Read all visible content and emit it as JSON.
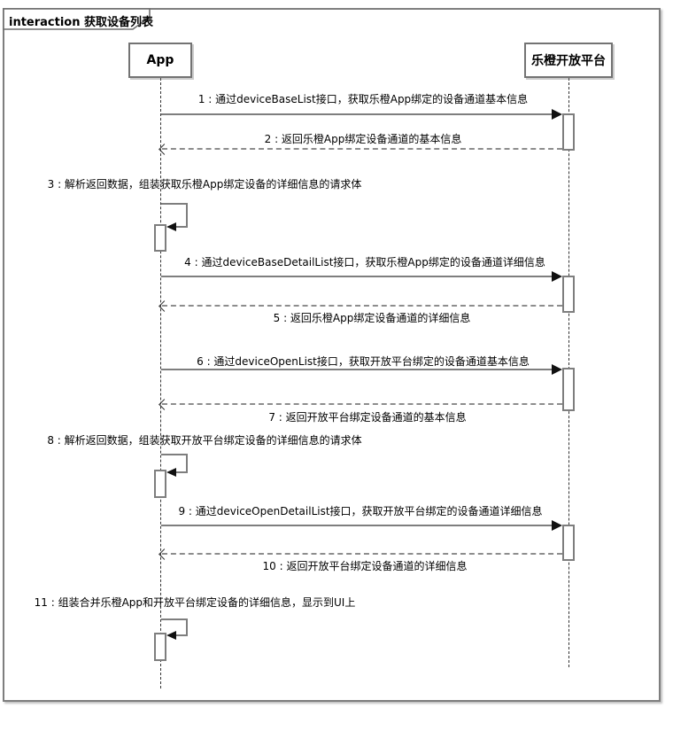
{
  "diagram": {
    "type": "uml-sequence",
    "frame": {
      "keyword": "interaction",
      "title": "获取设备列表"
    },
    "lifelines": [
      {
        "name": "App"
      },
      {
        "name": "乐橙开放平台"
      }
    ],
    "messages": [
      {
        "num": 1,
        "kind": "sync",
        "from": "App",
        "to": "乐橙开放平台",
        "text": "1 : 通过deviceBaseList接口，获取乐橙App绑定的设备通道基本信息"
      },
      {
        "num": 2,
        "kind": "reply",
        "from": "乐橙开放平台",
        "to": "App",
        "text": "2 : 返回乐橙App绑定设备通道的基本信息"
      },
      {
        "num": 3,
        "kind": "self",
        "from": "App",
        "to": "App",
        "text": "3 : 解析返回数据，组装获取乐橙App绑定设备的详细信息的请求体"
      },
      {
        "num": 4,
        "kind": "sync",
        "from": "App",
        "to": "乐橙开放平台",
        "text": "4 : 通过deviceBaseDetailList接口，获取乐橙App绑定的设备通道详细信息"
      },
      {
        "num": 5,
        "kind": "reply",
        "from": "乐橙开放平台",
        "to": "App",
        "text": "5 : 返回乐橙App绑定设备通道的详细信息"
      },
      {
        "num": 6,
        "kind": "sync",
        "from": "App",
        "to": "乐橙开放平台",
        "text": "6 : 通过deviceOpenList接口，获取开放平台绑定的设备通道基本信息"
      },
      {
        "num": 7,
        "kind": "reply",
        "from": "乐橙开放平台",
        "to": "App",
        "text": "7 : 返回开放平台绑定设备通道的基本信息"
      },
      {
        "num": 8,
        "kind": "self",
        "from": "App",
        "to": "App",
        "text": "8 : 解析返回数据，组装获取开放平台绑定设备的详细信息的请求体"
      },
      {
        "num": 9,
        "kind": "sync",
        "from": "App",
        "to": "乐橙开放平台",
        "text": "9 : 通过deviceOpenDetailList接口，获取开放平台绑定的设备通道详细信息"
      },
      {
        "num": 10,
        "kind": "reply",
        "from": "乐橙开放平台",
        "to": "App",
        "text": "10 : 返回开放平台绑定设备通道的详细信息"
      },
      {
        "num": 11,
        "kind": "self",
        "from": "App",
        "to": "App",
        "text": "11 : 组装合并乐橙App和开放平台绑定设备的详细信息，显示到UI上"
      }
    ],
    "colors": {
      "frame_border": "#7e7e7e",
      "message_line": "#7e7e7e",
      "lifeline": "#333333",
      "arrowhead": "#111111",
      "background": "#ffffff",
      "text": "#000000"
    }
  }
}
